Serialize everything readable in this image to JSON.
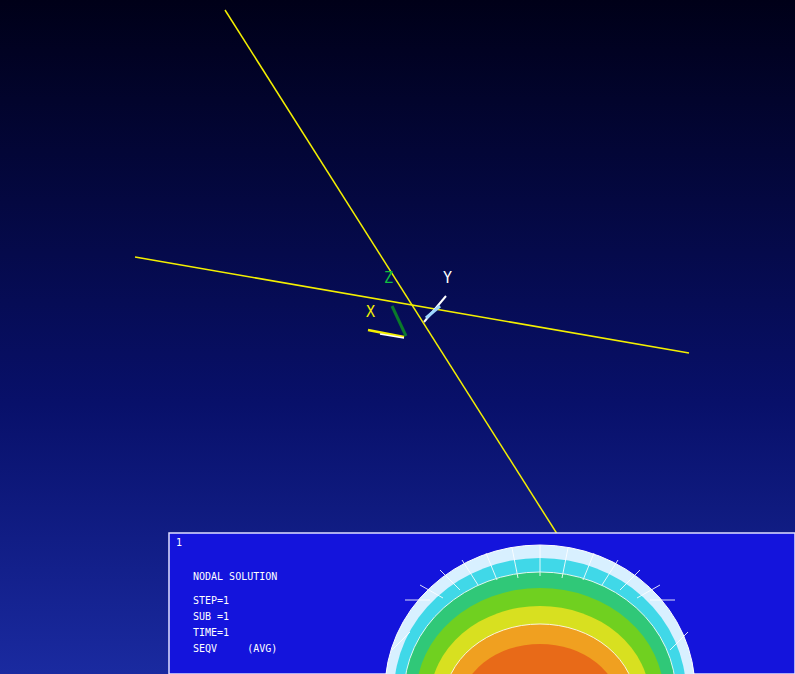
{
  "diagram": {
    "labels": [
      "Z",
      "X",
      "Y",
      "1",
      "NODAL SOLUTION",
      "STEP=1",
      "SUB =1",
      "TIME=1",
      "SEQV     (AVG)"
    ]
  }
}
